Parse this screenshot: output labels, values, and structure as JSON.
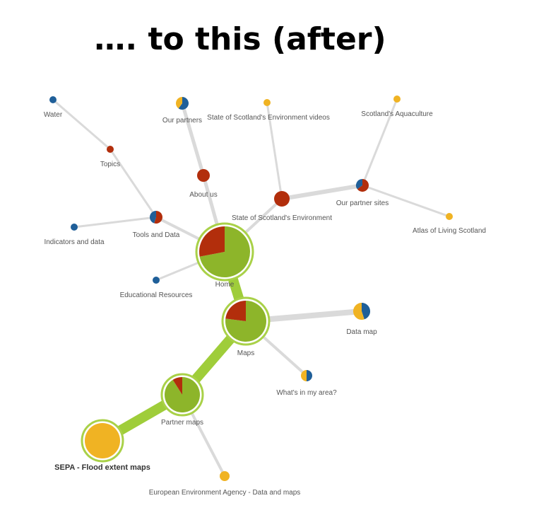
{
  "title": "…. to this (after)",
  "colors": {
    "green": "#8db52a",
    "green_ring": "#a9d148",
    "red": "#b22e0c",
    "blue": "#1f5f99",
    "yellow": "#f0b323",
    "link": "#dadada",
    "link_path": "#9fcd3a"
  },
  "nodes": [
    {
      "id": "home",
      "label": "Home",
      "icon": "pie-node",
      "slices": [
        {
          "color": "green",
          "value": 0.72
        },
        {
          "color": "red",
          "value": 0.28
        }
      ],
      "path": true
    },
    {
      "id": "maps",
      "label": "Maps",
      "icon": "pie-node",
      "slices": [
        {
          "color": "green",
          "value": 0.77
        },
        {
          "color": "red",
          "value": 0.23
        }
      ],
      "path": true
    },
    {
      "id": "partner-maps",
      "label": "Partner maps",
      "icon": "pie-node",
      "slices": [
        {
          "color": "green",
          "value": 0.91
        },
        {
          "color": "red",
          "value": 0.09
        }
      ],
      "path": true
    },
    {
      "id": "sepa",
      "label": "SEPA - Flood extent maps",
      "icon": "pie-node",
      "slices": [
        {
          "color": "yellow",
          "value": 1
        }
      ],
      "path": true,
      "bold": true
    },
    {
      "id": "about-us",
      "label": "About us",
      "icon": "dot-node",
      "slices": [
        {
          "color": "red",
          "value": 1
        }
      ]
    },
    {
      "id": "our-partners",
      "label": "Our partners",
      "icon": "pie-node",
      "slices": [
        {
          "color": "blue",
          "value": 0.6
        },
        {
          "color": "yellow",
          "value": 0.4
        }
      ]
    },
    {
      "id": "soe",
      "label": "State of Scotland's Environment",
      "icon": "dot-node",
      "slices": [
        {
          "color": "red",
          "value": 1
        }
      ]
    },
    {
      "id": "soe-videos",
      "label": "State of Scotland's Environment videos",
      "icon": "dot-node",
      "slices": [
        {
          "color": "yellow",
          "value": 1
        }
      ]
    },
    {
      "id": "our-partner-sites",
      "label": "Our partner sites",
      "icon": "pie-node",
      "slices": [
        {
          "color": "red",
          "value": 0.65
        },
        {
          "color": "blue",
          "value": 0.35
        }
      ]
    },
    {
      "id": "aquaculture",
      "label": "Scotland's Aquaculture",
      "icon": "dot-node",
      "slices": [
        {
          "color": "yellow",
          "value": 1
        }
      ]
    },
    {
      "id": "atlas",
      "label": "Atlas of Living Scotland",
      "icon": "dot-node",
      "slices": [
        {
          "color": "yellow",
          "value": 1
        }
      ]
    },
    {
      "id": "tools-data",
      "label": "Tools and Data",
      "icon": "pie-node",
      "slices": [
        {
          "color": "red",
          "value": 0.55
        },
        {
          "color": "blue",
          "value": 0.45
        }
      ]
    },
    {
      "id": "topics",
      "label": "Topics",
      "icon": "dot-node",
      "slices": [
        {
          "color": "red",
          "value": 1
        }
      ]
    },
    {
      "id": "water",
      "label": "Water",
      "icon": "dot-node",
      "slices": [
        {
          "color": "blue",
          "value": 1
        }
      ]
    },
    {
      "id": "indicators",
      "label": "Indicators and data",
      "icon": "dot-node",
      "slices": [
        {
          "color": "blue",
          "value": 1
        }
      ]
    },
    {
      "id": "edu",
      "label": "Educational Resources",
      "icon": "dot-node",
      "slices": [
        {
          "color": "blue",
          "value": 1
        }
      ]
    },
    {
      "id": "data-map",
      "label": "Data map",
      "icon": "pie-node",
      "slices": [
        {
          "color": "blue",
          "value": 0.45
        },
        {
          "color": "yellow",
          "value": 0.55
        }
      ]
    },
    {
      "id": "whats-in-area",
      "label": "What's in my area?",
      "icon": "pie-node",
      "slices": [
        {
          "color": "blue",
          "value": 0.5
        },
        {
          "color": "yellow",
          "value": 0.5
        }
      ]
    },
    {
      "id": "eea",
      "label": "European Environment Agency - Data and maps",
      "icon": "dot-node",
      "slices": [
        {
          "color": "yellow",
          "value": 1
        }
      ]
    }
  ],
  "links": [
    {
      "from": "home",
      "to": "maps",
      "path": true
    },
    {
      "from": "maps",
      "to": "partner-maps",
      "path": true
    },
    {
      "from": "partner-maps",
      "to": "sepa",
      "path": true
    },
    {
      "from": "home",
      "to": "about-us"
    },
    {
      "from": "about-us",
      "to": "our-partners"
    },
    {
      "from": "home",
      "to": "soe"
    },
    {
      "from": "soe",
      "to": "soe-videos"
    },
    {
      "from": "soe",
      "to": "our-partner-sites"
    },
    {
      "from": "our-partner-sites",
      "to": "aquaculture"
    },
    {
      "from": "our-partner-sites",
      "to": "atlas"
    },
    {
      "from": "home",
      "to": "tools-data"
    },
    {
      "from": "tools-data",
      "to": "topics"
    },
    {
      "from": "topics",
      "to": "water"
    },
    {
      "from": "tools-data",
      "to": "indicators"
    },
    {
      "from": "home",
      "to": "edu"
    },
    {
      "from": "maps",
      "to": "data-map"
    },
    {
      "from": "maps",
      "to": "whats-in-area"
    },
    {
      "from": "partner-maps",
      "to": "eea"
    }
  ]
}
